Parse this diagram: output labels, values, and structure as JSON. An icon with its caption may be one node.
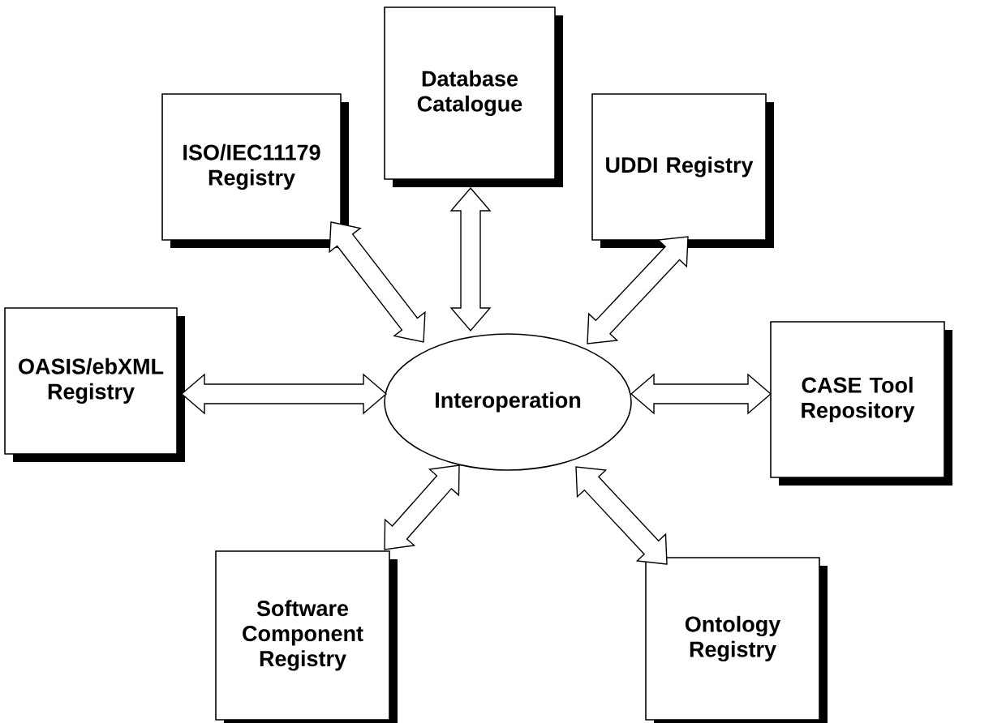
{
  "diagram": {
    "nodes": [
      {
        "text": [
          "Database Catalogue"
        ]
      },
      {
        "text": [
          "ISO/IEC11179 Registry"
        ]
      },
      {
        "text": [
          "UDDI Registry"
        ]
      },
      {
        "text": [
          "OASIS/ebXML Registry"
        ]
      },
      {
        "text": [
          "Interoperation"
        ]
      },
      {
        "text": [
          "CASE Tool Repository"
        ]
      },
      {
        "text": [
          "Software Component Registry"
        ]
      },
      {
        "text": [
          "Ontology Registry"
        ]
      }
    ],
    "edges": [
      {
        "from": 0,
        "to": 4,
        "arrow": "both"
      },
      {
        "from": 1,
        "to": 4,
        "arrow": "both"
      },
      {
        "from": 2,
        "to": 4,
        "arrow": "both"
      },
      {
        "from": 3,
        "to": 4,
        "arrow": "both"
      },
      {
        "from": 5,
        "to": 4,
        "arrow": "both"
      },
      {
        "from": 6,
        "to": 4,
        "arrow": "both"
      },
      {
        "from": 7,
        "to": 4,
        "arrow": "both"
      }
    ]
  }
}
